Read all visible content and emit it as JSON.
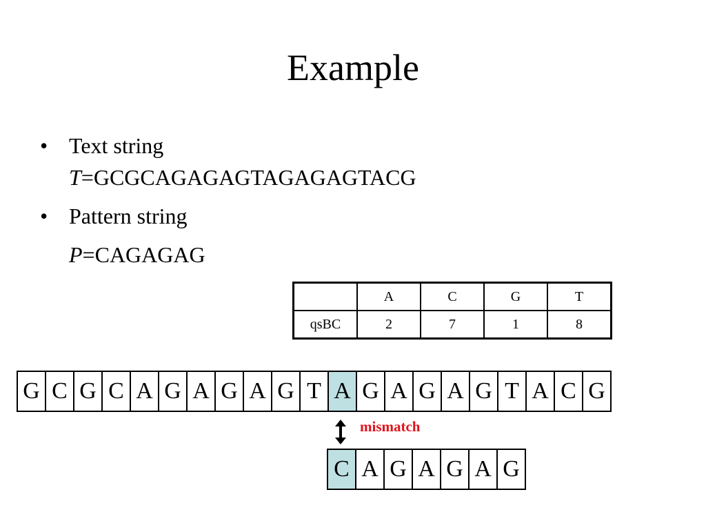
{
  "title": "Example",
  "bullets": {
    "marker": "•",
    "text_label": "Text string",
    "text_var": "T",
    "text_eq": "=GCGCAGAGAGTAGAGAGTACG",
    "pattern_label": "Pattern string",
    "pattern_var": "P",
    "pattern_eq": "=CAGAGAG"
  },
  "qs_table": {
    "header": [
      "",
      "A",
      "C",
      "G",
      "T"
    ],
    "row": [
      "qsBC",
      "2",
      "7",
      "1",
      "8"
    ]
  },
  "text_cells": [
    "G",
    "C",
    "G",
    "C",
    "A",
    "G",
    "A",
    "G",
    "A",
    "G",
    "T",
    "A",
    "G",
    "A",
    "G",
    "A",
    "G",
    "T",
    "A",
    "C",
    "G"
  ],
  "text_highlight_index": 11,
  "pattern_cells": [
    "C",
    "A",
    "G",
    "A",
    "G",
    "A",
    "G"
  ],
  "pattern_highlight_index": 0,
  "mismatch_label": "mismatch",
  "colors": {
    "highlight": "#bfe0e3",
    "mismatch": "#e0131b"
  },
  "icons": {
    "arrow": "double-vertical-arrow-icon"
  }
}
